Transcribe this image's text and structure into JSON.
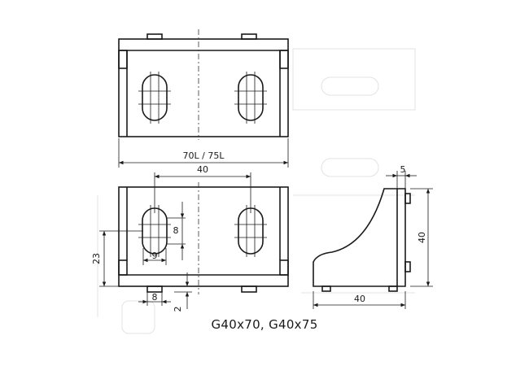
{
  "dimensions": {
    "overall_length": "70L / 75L",
    "slot_pitch": "40",
    "slot_height": "8",
    "slot_width": "9",
    "height_23": "23",
    "tab_width": "8",
    "gap": "2",
    "side_thickness": "5",
    "side_height": "40",
    "side_base": "40"
  },
  "caption": "G40x70, G40x75"
}
